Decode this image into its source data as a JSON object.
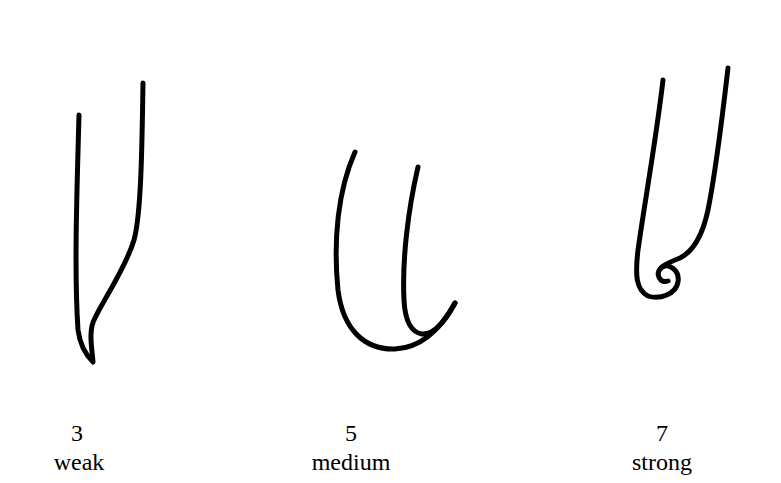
{
  "diagram": {
    "labels": [
      "3",
      "weak",
      "5",
      "medium",
      "7",
      "strong"
    ]
  }
}
